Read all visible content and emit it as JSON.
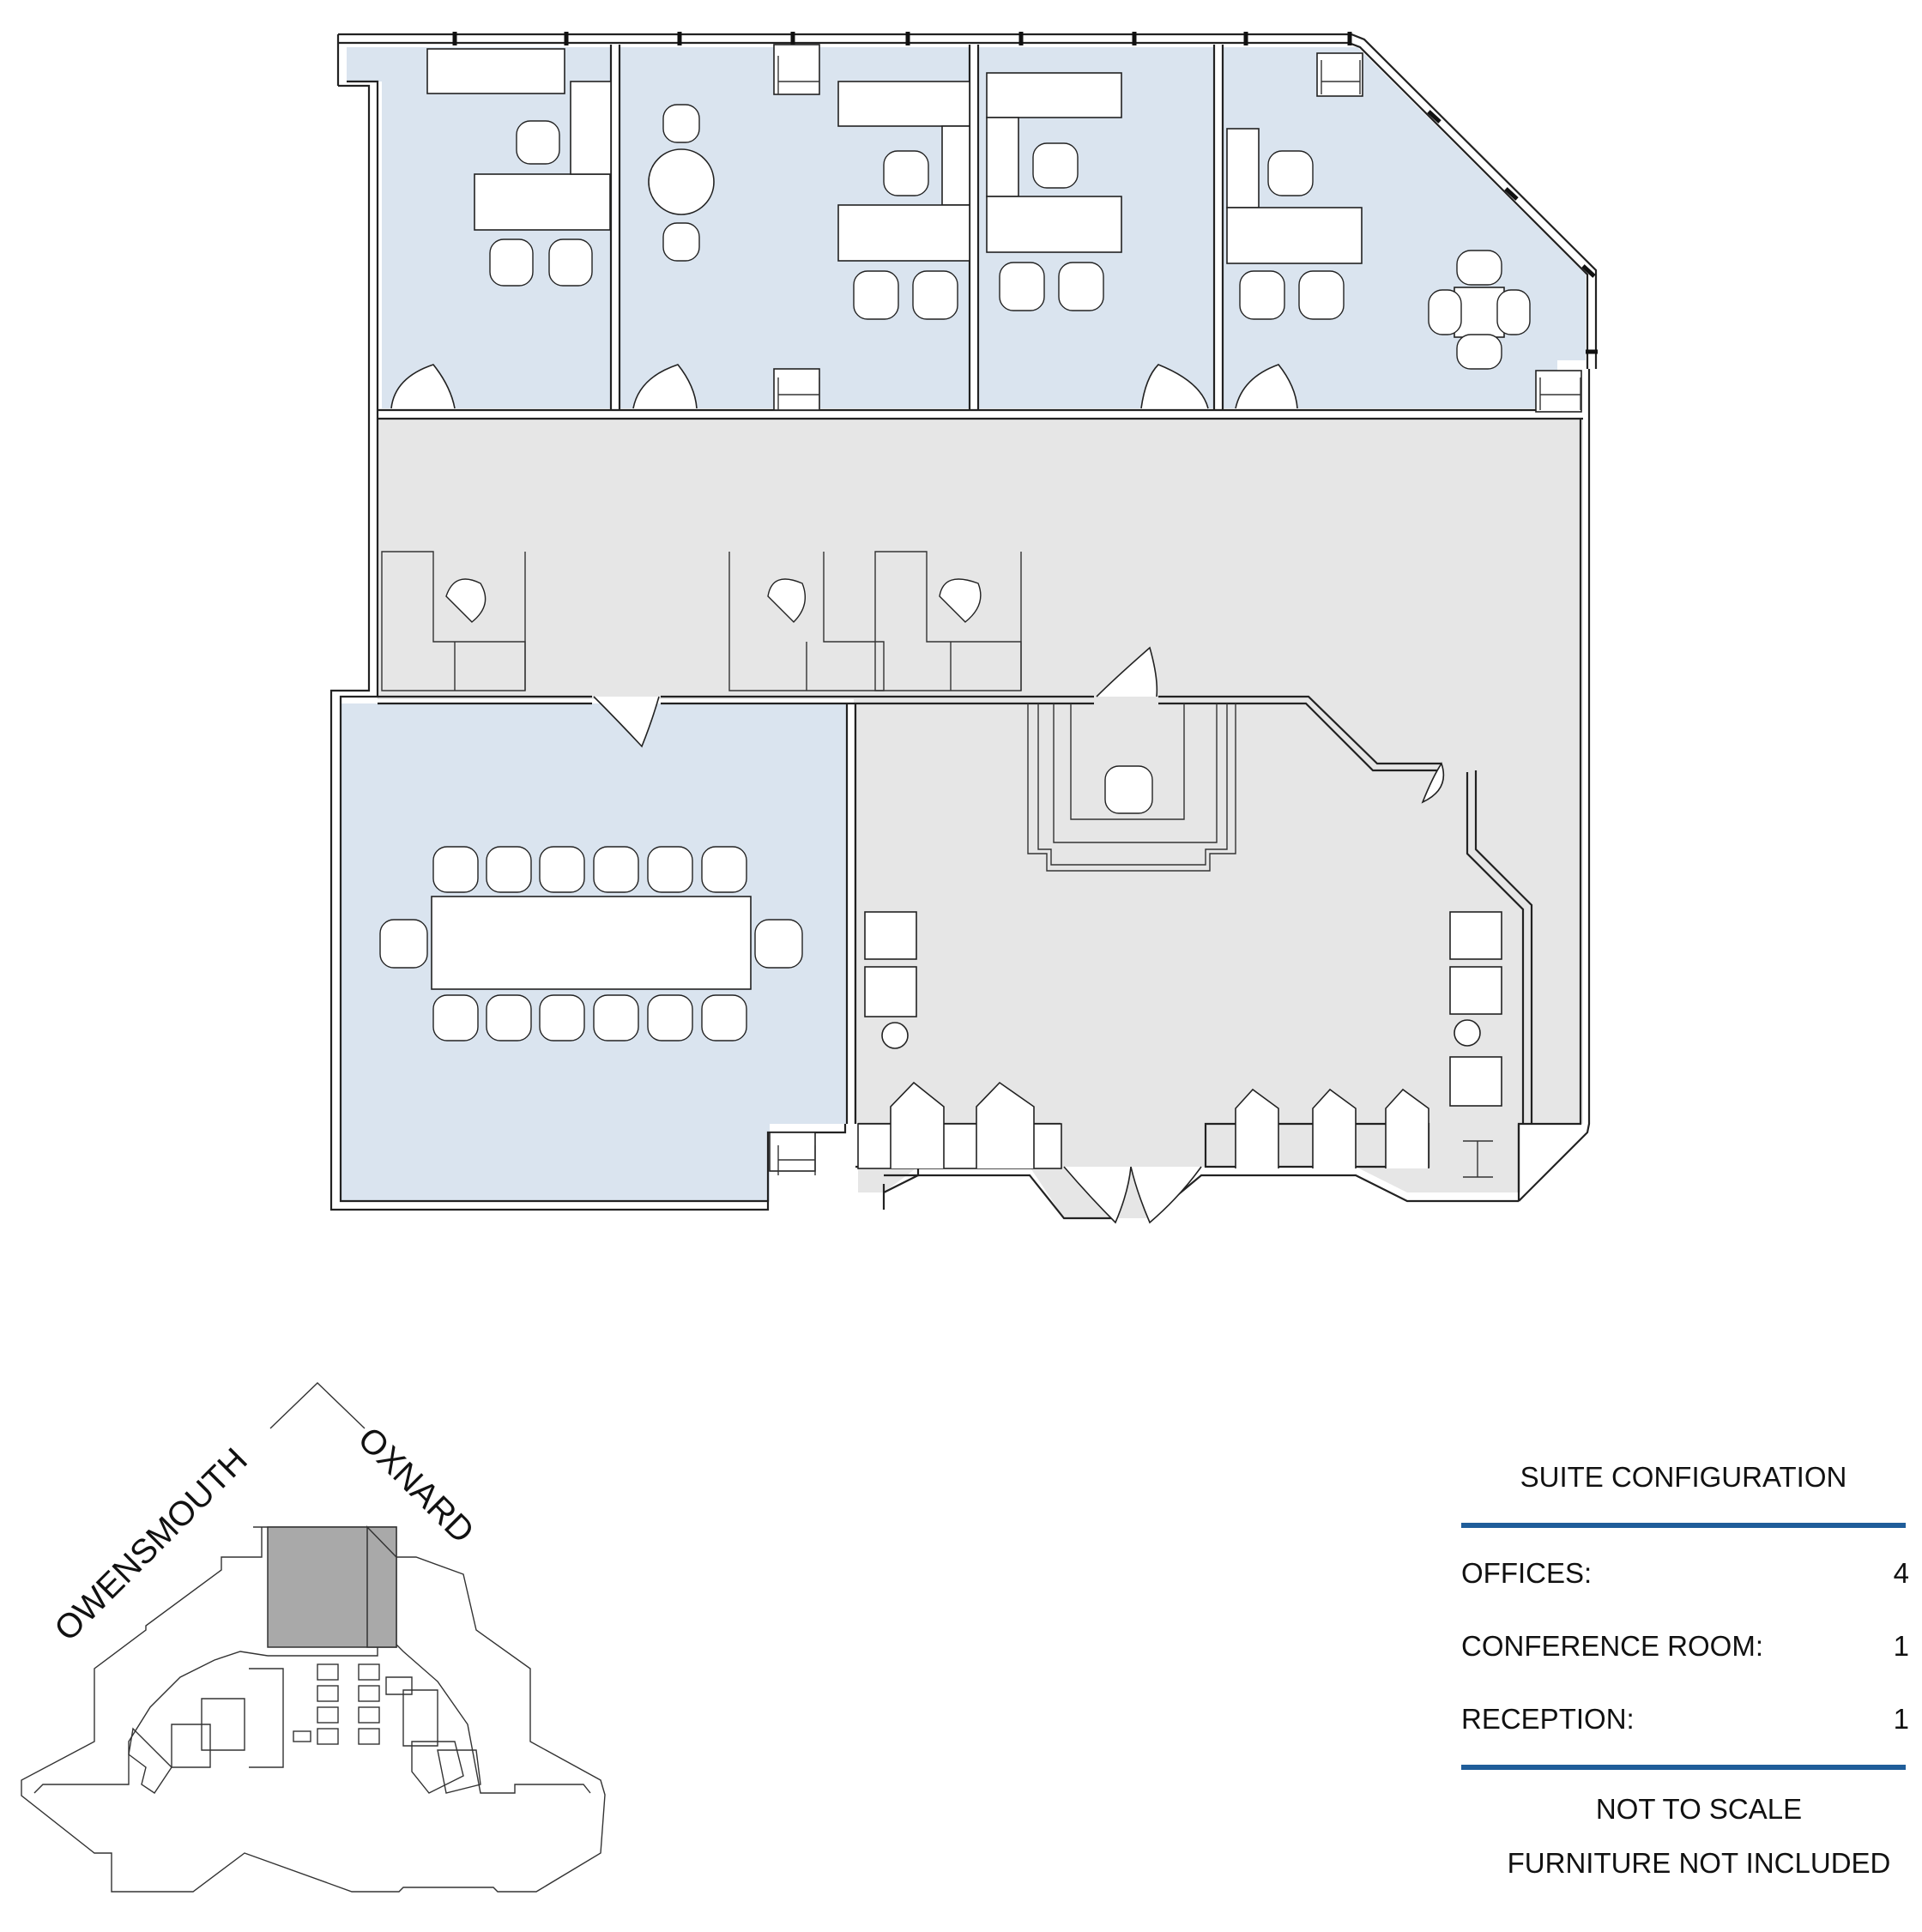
{
  "legend": {
    "title": "SUITE CONFIGURATION",
    "rows": [
      {
        "label": "OFFICES:",
        "value": "4"
      },
      {
        "label": "CONFERENCE ROOM:",
        "value": "1"
      },
      {
        "label": "RECEPTION:",
        "value": "1"
      }
    ],
    "note1": "NOT TO SCALE",
    "note2": "FURNITURE NOT INCLUDED",
    "rule_color": "#1f5d9a"
  },
  "keyplan": {
    "street_left": "OWENSMOUTH",
    "street_right": "OXNARD",
    "highlight_color": "#a9a9a9"
  },
  "floorplan": {
    "office_color": "#dae4ef",
    "common_color": "#e6e6e6"
  }
}
